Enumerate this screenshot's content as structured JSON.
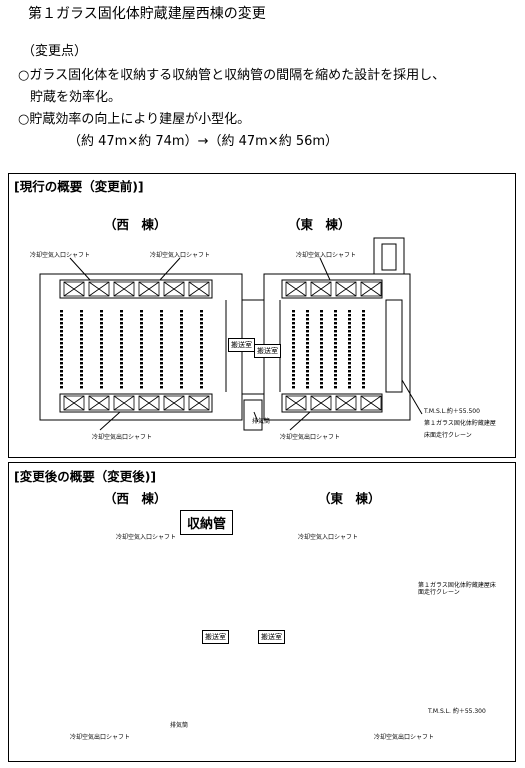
{
  "heading": "第１ガラス固化体貯蔵建屋西棟の変更",
  "changes": {
    "label": "（変更点）",
    "item1_line1": "○ガラス固化体を収納する収納管と収納管の間隔を縮めた設計を採用し、",
    "item1_line2": "貯蔵を効率化。",
    "item2_line1": "○貯蔵効率の向上により建屋が小型化。",
    "item2_line2": "（約 47m×約 74m）→（約 47m×約 56m）"
  },
  "before": {
    "title": "[現行の概要（変更前)]",
    "west": "（西　棟）",
    "east": "（東　棟）",
    "inlet_shaft_1": "冷却空気入口シャフト",
    "inlet_shaft_2": "冷却空気入口シャフト",
    "inlet_shaft_3": "冷却空気入口シャフト",
    "outlet_shaft_1": "冷却空気出口シャフト",
    "outlet_shaft_2": "冷却空気出口シャフト",
    "room_west": "搬送室",
    "room_east": "搬送室",
    "exhaust": "排気筒",
    "tmsl": "T.M.S.L.約＋55.500",
    "bldg": "第１ガラス固化体貯蔵建屋",
    "crane": "床面走行クレーン"
  },
  "after": {
    "title": "[変更後の概要（変更後)]",
    "west": "（西　棟）",
    "east": "（東　棟）",
    "callout": "収納管",
    "inlet_shaft_1": "冷却空気入口シャフト",
    "inlet_shaft_2": "冷却空気入口シャフト",
    "outlet_shaft_1": "冷却空気出口シャフト",
    "outlet_shaft_2": "冷却空気出口シャフト",
    "room_west": "搬送室",
    "room_east": "搬送室",
    "exhaust": "排気筒",
    "crane": "第１ガラス固化体貯蔵建屋床面走行クレーン",
    "tmsl": "T.M.S.L. 約＋55.300"
  }
}
